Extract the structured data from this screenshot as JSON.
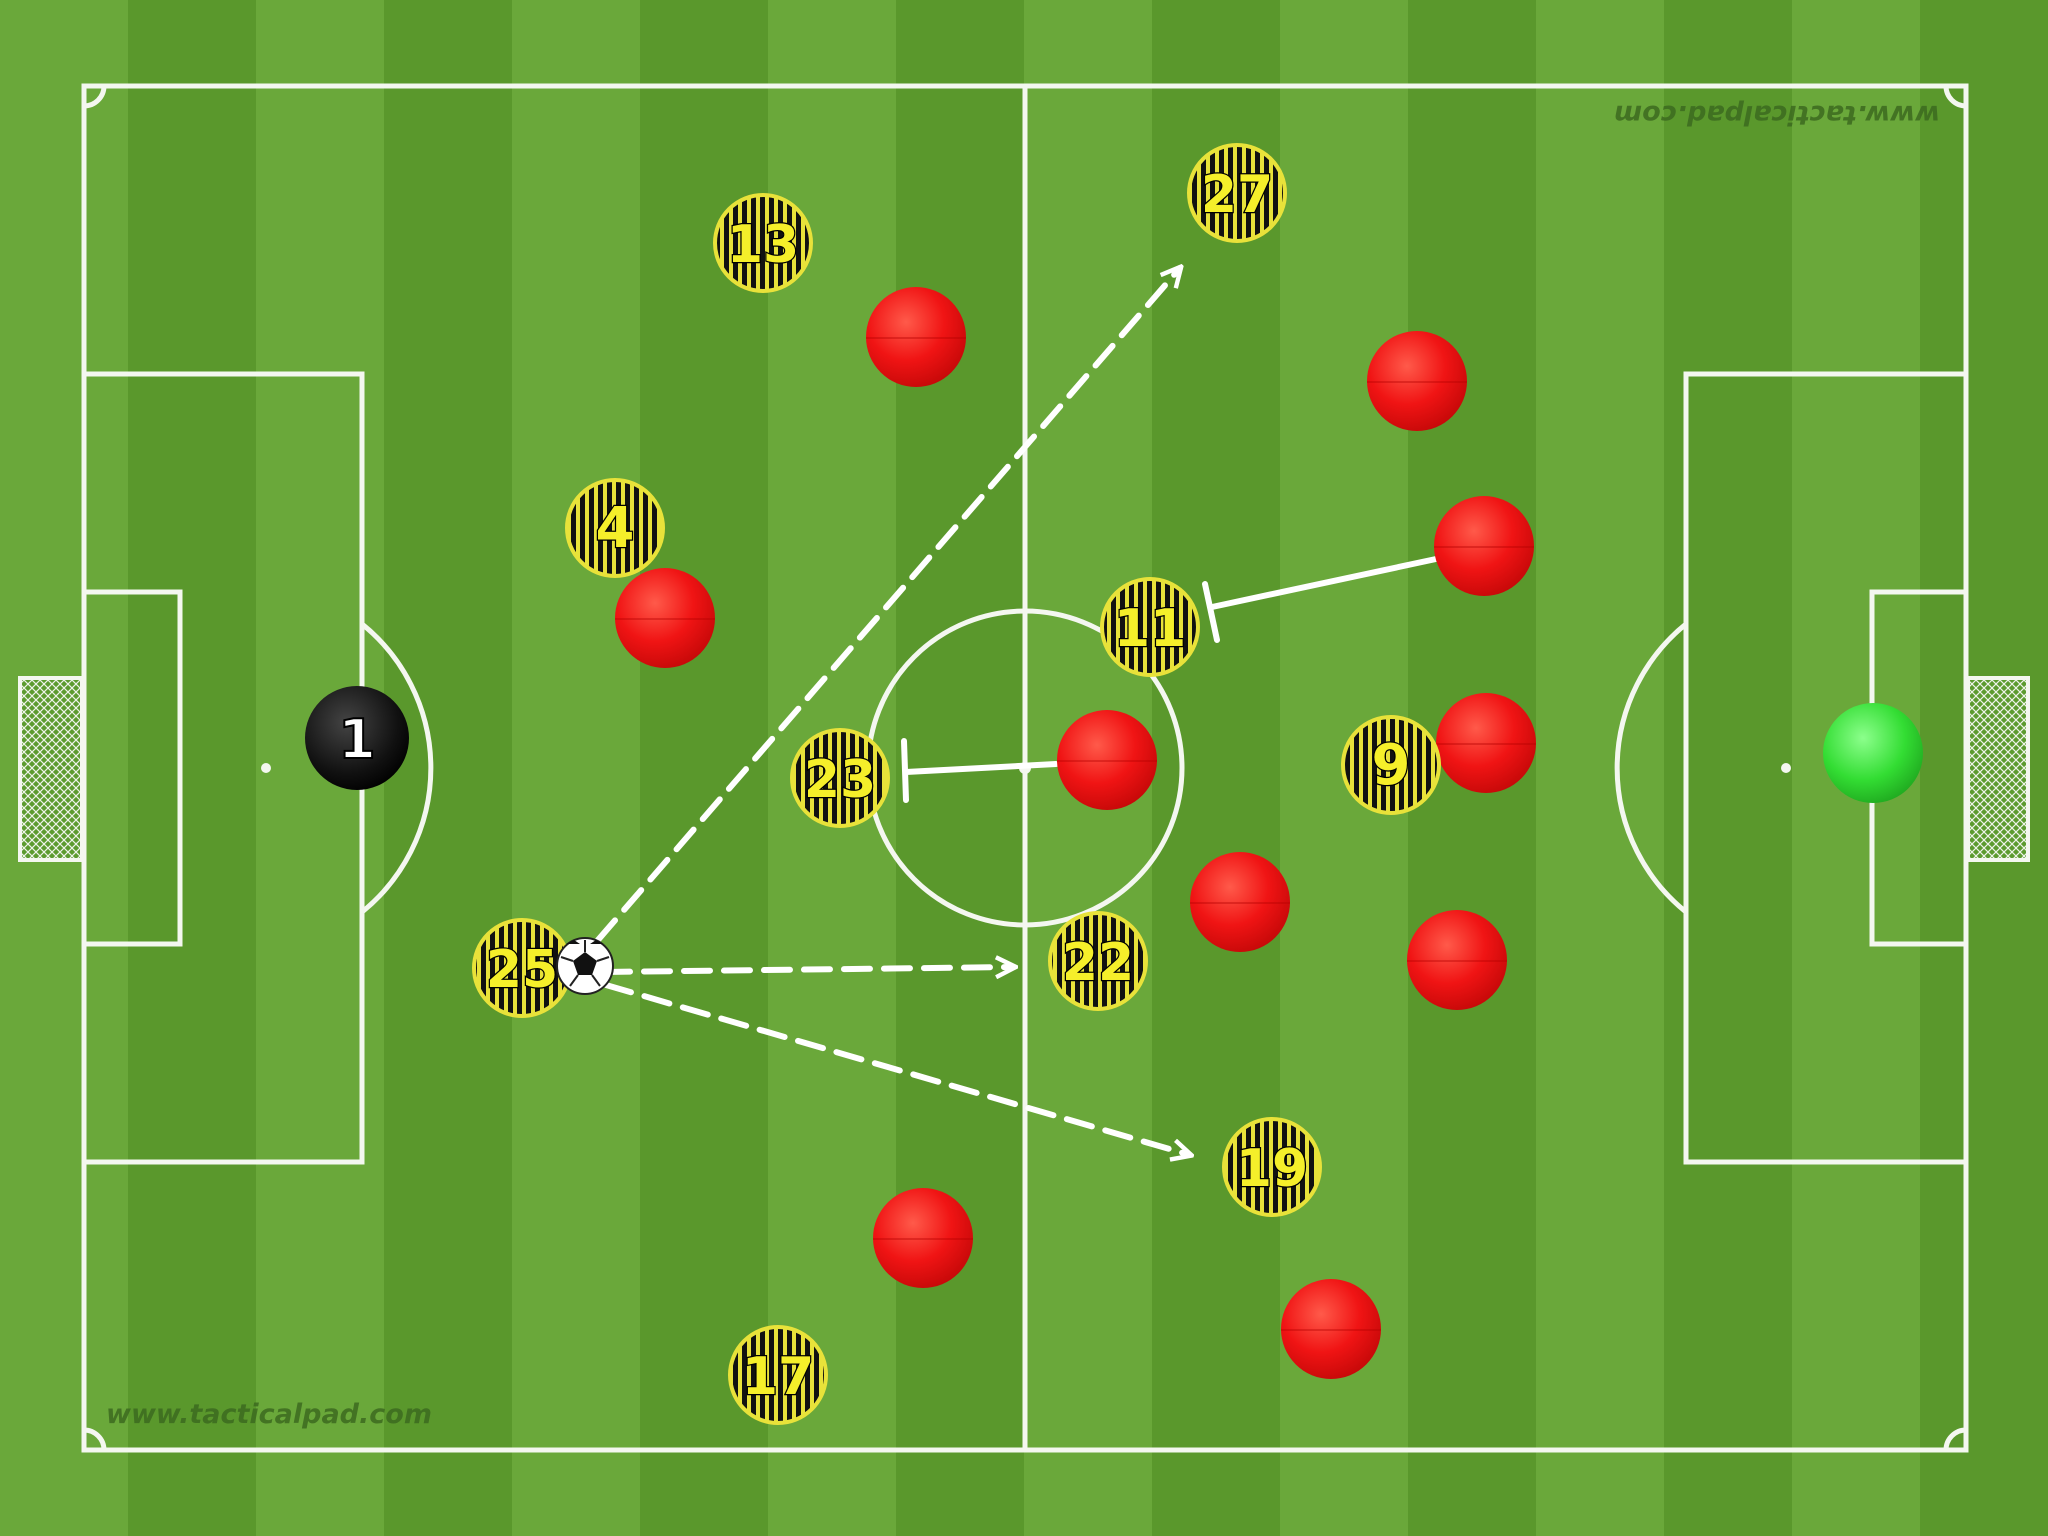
{
  "watermarks": {
    "bottom_left": "www.tacticalpad.com",
    "top_right": "www.tacticalpad.com"
  },
  "colors": {
    "grass_light": "#6aa83a",
    "grass_dark": "#5a982c",
    "lines": "#f4f7f0",
    "striped_player_fill": "#111111",
    "striped_player_stripe": "#e8e23a",
    "striped_player_number": "#f5ef2a",
    "opponent": "#ee1414",
    "goalkeeper_home": "#111111",
    "goalkeeper_away": "#33dd33"
  },
  "players": {
    "goalkeeper": {
      "number": "1"
    },
    "team": [
      {
        "id": "p13",
        "number": "13"
      },
      {
        "id": "p4",
        "number": "4"
      },
      {
        "id": "p23",
        "number": "23"
      },
      {
        "id": "p25",
        "number": "25"
      },
      {
        "id": "p17",
        "number": "17"
      },
      {
        "id": "p27",
        "number": "27"
      },
      {
        "id": "p11",
        "number": "11"
      },
      {
        "id": "p22",
        "number": "22"
      },
      {
        "id": "p9",
        "number": "9"
      },
      {
        "id": "p19",
        "number": "19"
      }
    ],
    "opponents": [
      "o1",
      "o2",
      "o3",
      "o4",
      "o5",
      "o6",
      "o7",
      "o8",
      "o9",
      "o10"
    ],
    "opponent_goalkeeper": "ogk"
  },
  "annotations": {
    "passes": [
      "pass-to-27",
      "pass-to-22",
      "pass-to-19"
    ],
    "marking_lines": [
      "marking-11",
      "marking-23"
    ]
  }
}
